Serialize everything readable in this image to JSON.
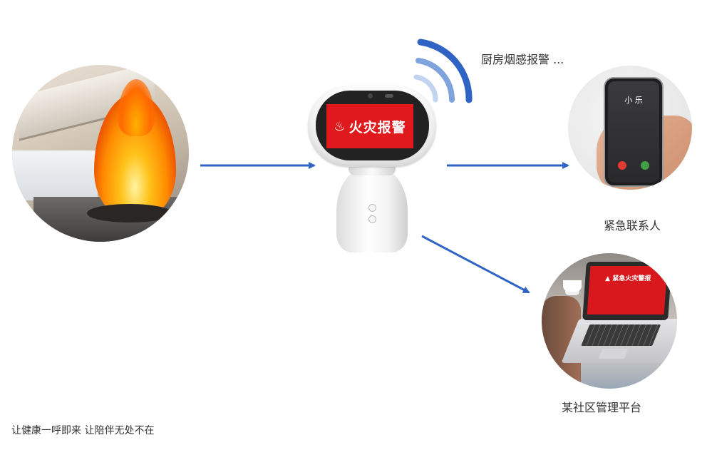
{
  "robot": {
    "screen_text": "火灾报警",
    "alarm_icon": "alarm-icon"
  },
  "labels": {
    "smoke_alert": "厨房烟感报警 ...",
    "emergency_contact": "紧急联系人",
    "community_platform": "某社区管理平台"
  },
  "phone": {
    "caller_name": "小 乐"
  },
  "laptop": {
    "screen_text": "▲ 紧急火灾警报"
  },
  "slogan": "让健康一呼即来   让陪伴无处不在",
  "colors": {
    "arrow": "#2f64c4",
    "signal": "#2f64c4",
    "alert_red": "#e0191c"
  }
}
